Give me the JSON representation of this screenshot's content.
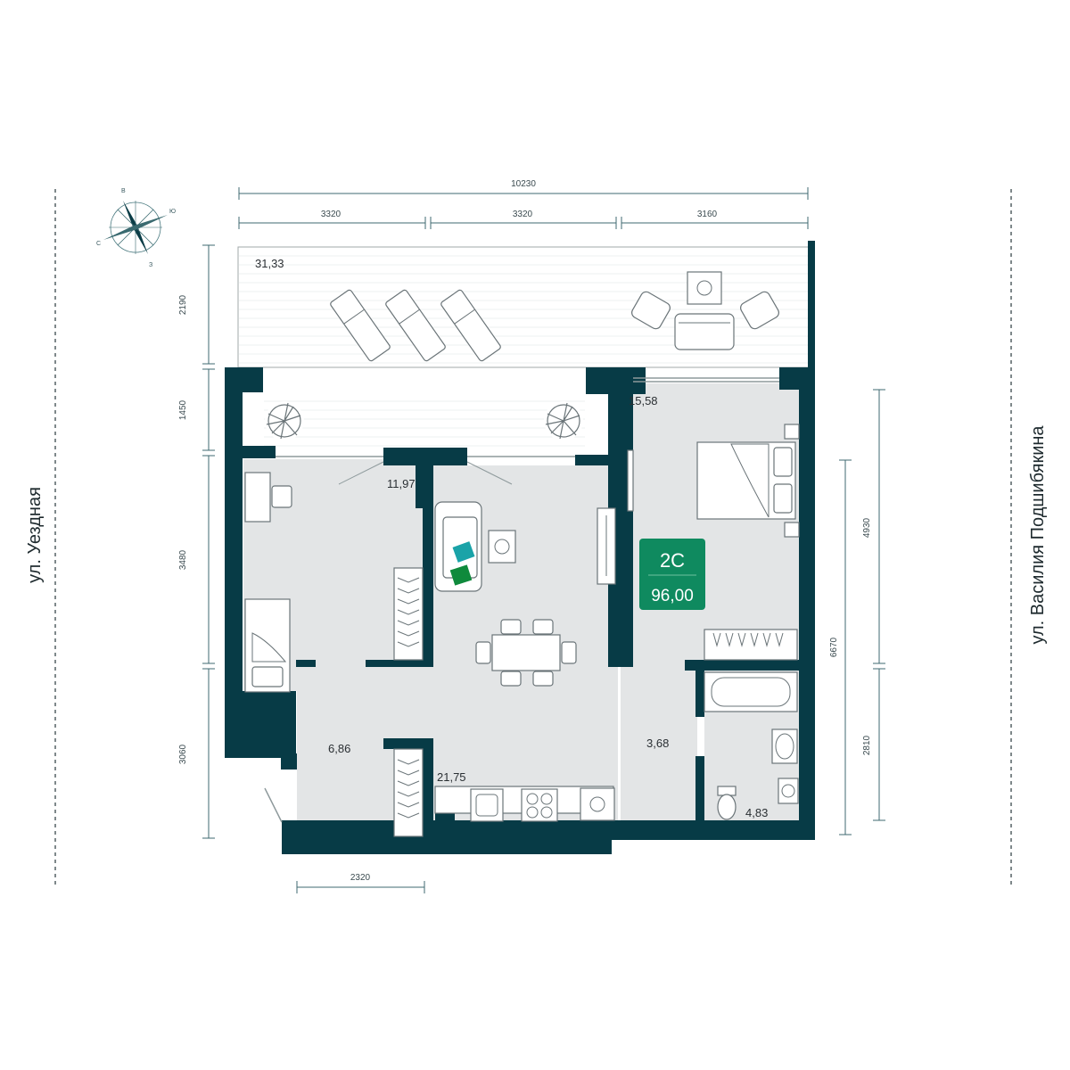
{
  "apartment": {
    "type_label": "2С",
    "area_total": "96,00",
    "accent": "#0f8a5f"
  },
  "colors": {
    "wall": "#073b46",
    "floor": "#e3e5e6",
    "badge": "#0f8a5f"
  },
  "streets": {
    "left": "ул. Уездная",
    "right": "ул. Василия Подшибякина"
  },
  "compass": {
    "north": "В",
    "east": "Ю",
    "west": "С",
    "south": "З"
  },
  "dimensions": {
    "top_total": "10230",
    "top_1": "3320",
    "top_2": "3320",
    "top_3": "3160",
    "left_1": "2190",
    "left_2": "1450",
    "left_3": "3480",
    "left_4": "3060",
    "bottom_1": "2320",
    "right_1": "4930",
    "right_2": "2810",
    "right_total": "6670"
  },
  "rooms": {
    "terrace": "31,33",
    "bedroom_left": "11,97",
    "bedroom_right": "15,58",
    "hall": "6,86",
    "living_kitchen": "21,75",
    "corridor": "3,68",
    "bathroom": "4,83"
  }
}
